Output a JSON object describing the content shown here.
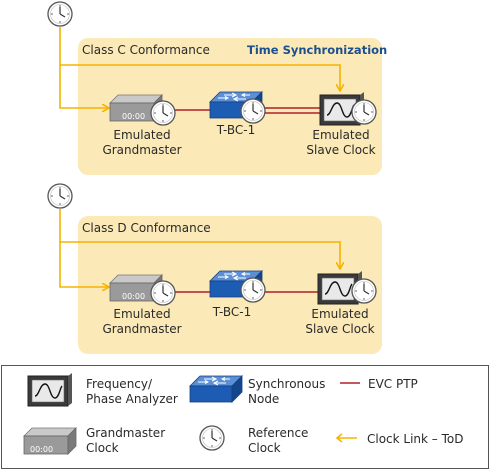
{
  "diagram": {
    "time_sync_title": "Time Synchronization",
    "class_c": {
      "title": "Class C Conformance",
      "grandmaster_label_1": "Emulated",
      "grandmaster_label_2": "Grandmaster",
      "tbc_label": "T-BC-1",
      "slave_label_1": "Emulated",
      "slave_label_2": "Slave Clock",
      "gm_display": "00:00"
    },
    "class_d": {
      "title": "Class D Conformance",
      "grandmaster_label_1": "Emulated",
      "grandmaster_label_2": "Grandmaster",
      "tbc_label": "T-BC-1",
      "slave_label_1": "Emulated",
      "slave_label_2": "Slave Clock",
      "gm_display": "00:00"
    }
  },
  "legend": {
    "analyzer_1": "Frequency/",
    "analyzer_2": "Phase Analyzer",
    "sync_node_1": "Synchronous",
    "sync_node_2": "Node",
    "evc_ptp": "EVC PTP",
    "grandmaster_1": "Grandmaster",
    "grandmaster_2": "Clock",
    "grandmaster_display": "00:00",
    "reference_1": "Reference",
    "reference_2": "Clock",
    "clock_link": "Clock Link – ToD"
  },
  "colors": {
    "panel_fill": "#fbe9b7",
    "clock_link": "#f5b400",
    "evc_ptp": "#b0202a",
    "switch_blue": "#1d5cb3",
    "title_blue": "#1b4f8f"
  }
}
